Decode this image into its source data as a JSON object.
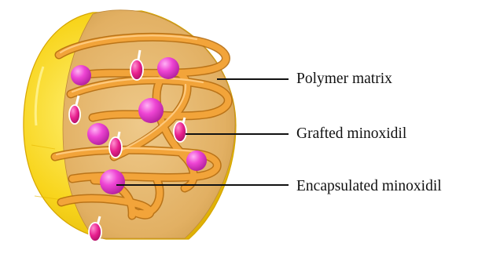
{
  "labels": {
    "polymer_matrix": "Polymer matrix",
    "grafted_minoxidil": "Grafted minoxidil",
    "encapsulated_minoxidil": "Encapsulated minoxidil"
  },
  "colors": {
    "sphere_shell": "#f6d31c",
    "sphere_interior": "#e7b55a",
    "polymer_chain": "#f0a23a",
    "drug_particle": "#e63ccf",
    "leader_line": "#111111"
  }
}
